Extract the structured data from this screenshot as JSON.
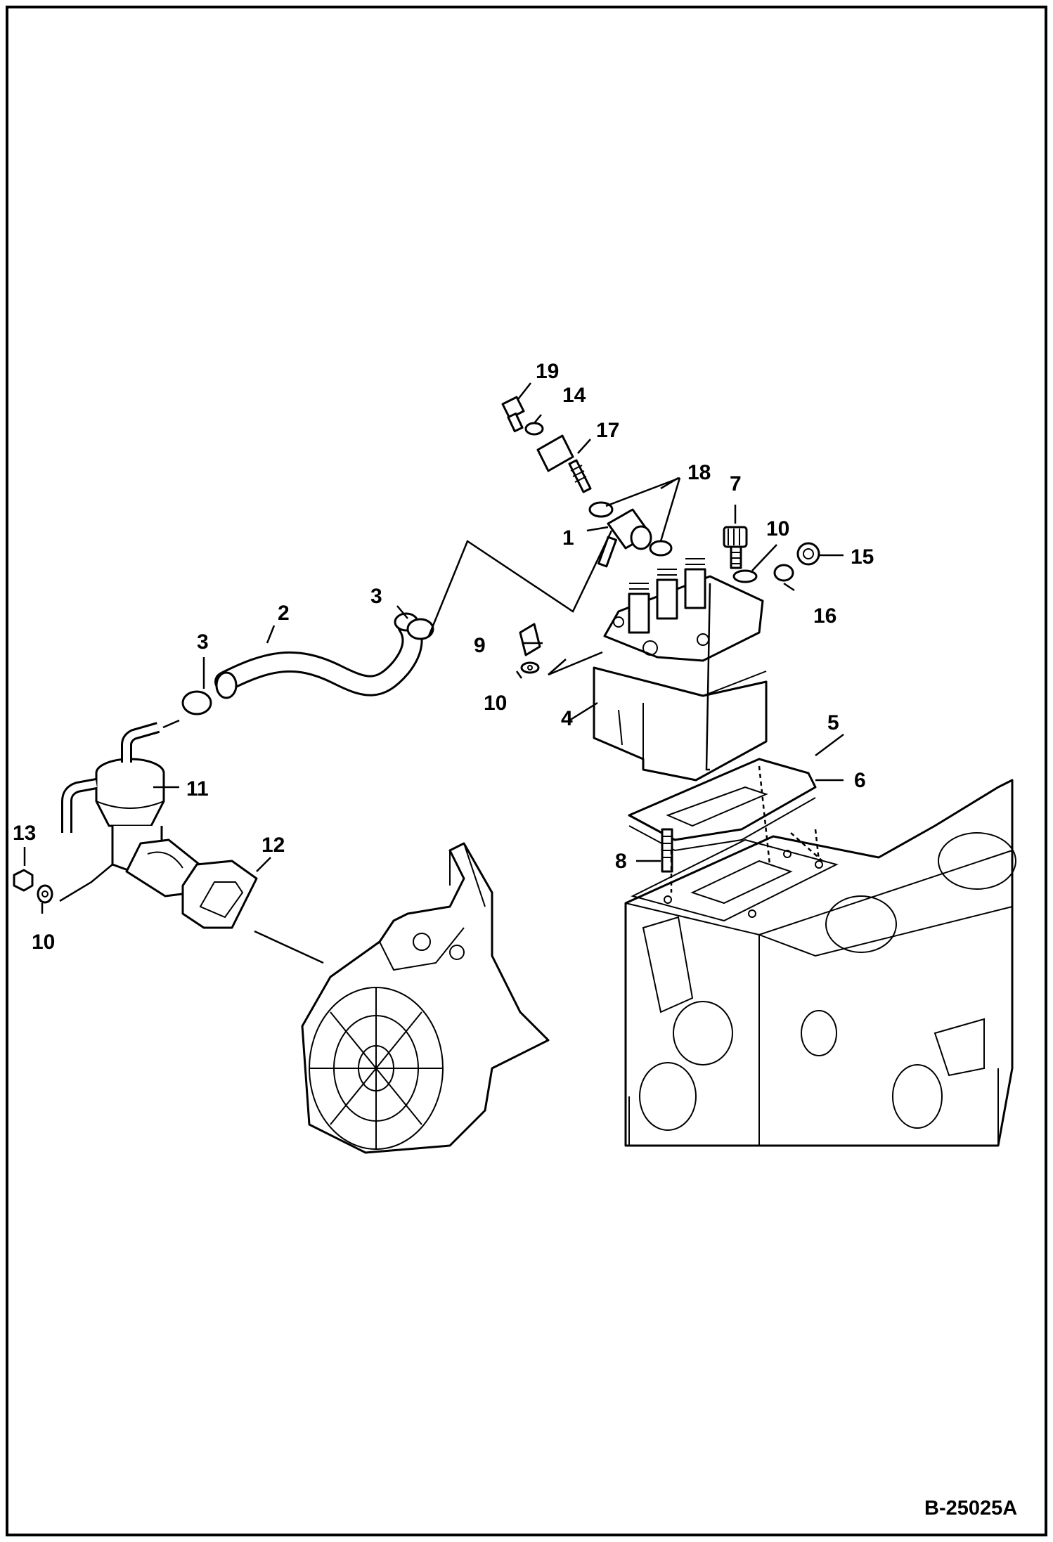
{
  "figure_code": "B-25025A",
  "callouts": [
    {
      "id": "c19",
      "text": "19"
    },
    {
      "id": "c14",
      "text": "14"
    },
    {
      "id": "c17",
      "text": "17"
    },
    {
      "id": "c18",
      "text": "18"
    },
    {
      "id": "c7",
      "text": "7"
    },
    {
      "id": "c1",
      "text": "1"
    },
    {
      "id": "c10a",
      "text": "10"
    },
    {
      "id": "c15",
      "text": "15"
    },
    {
      "id": "c16",
      "text": "16"
    },
    {
      "id": "c3a",
      "text": "3"
    },
    {
      "id": "c2",
      "text": "2"
    },
    {
      "id": "c3b",
      "text": "3"
    },
    {
      "id": "c9",
      "text": "9"
    },
    {
      "id": "c10b",
      "text": "10"
    },
    {
      "id": "c4",
      "text": "4"
    },
    {
      "id": "c5",
      "text": "5"
    },
    {
      "id": "c6",
      "text": "6"
    },
    {
      "id": "c11",
      "text": "11"
    },
    {
      "id": "c13",
      "text": "13"
    },
    {
      "id": "c12",
      "text": "12"
    },
    {
      "id": "c8",
      "text": "8"
    },
    {
      "id": "c10c",
      "text": "10"
    }
  ]
}
